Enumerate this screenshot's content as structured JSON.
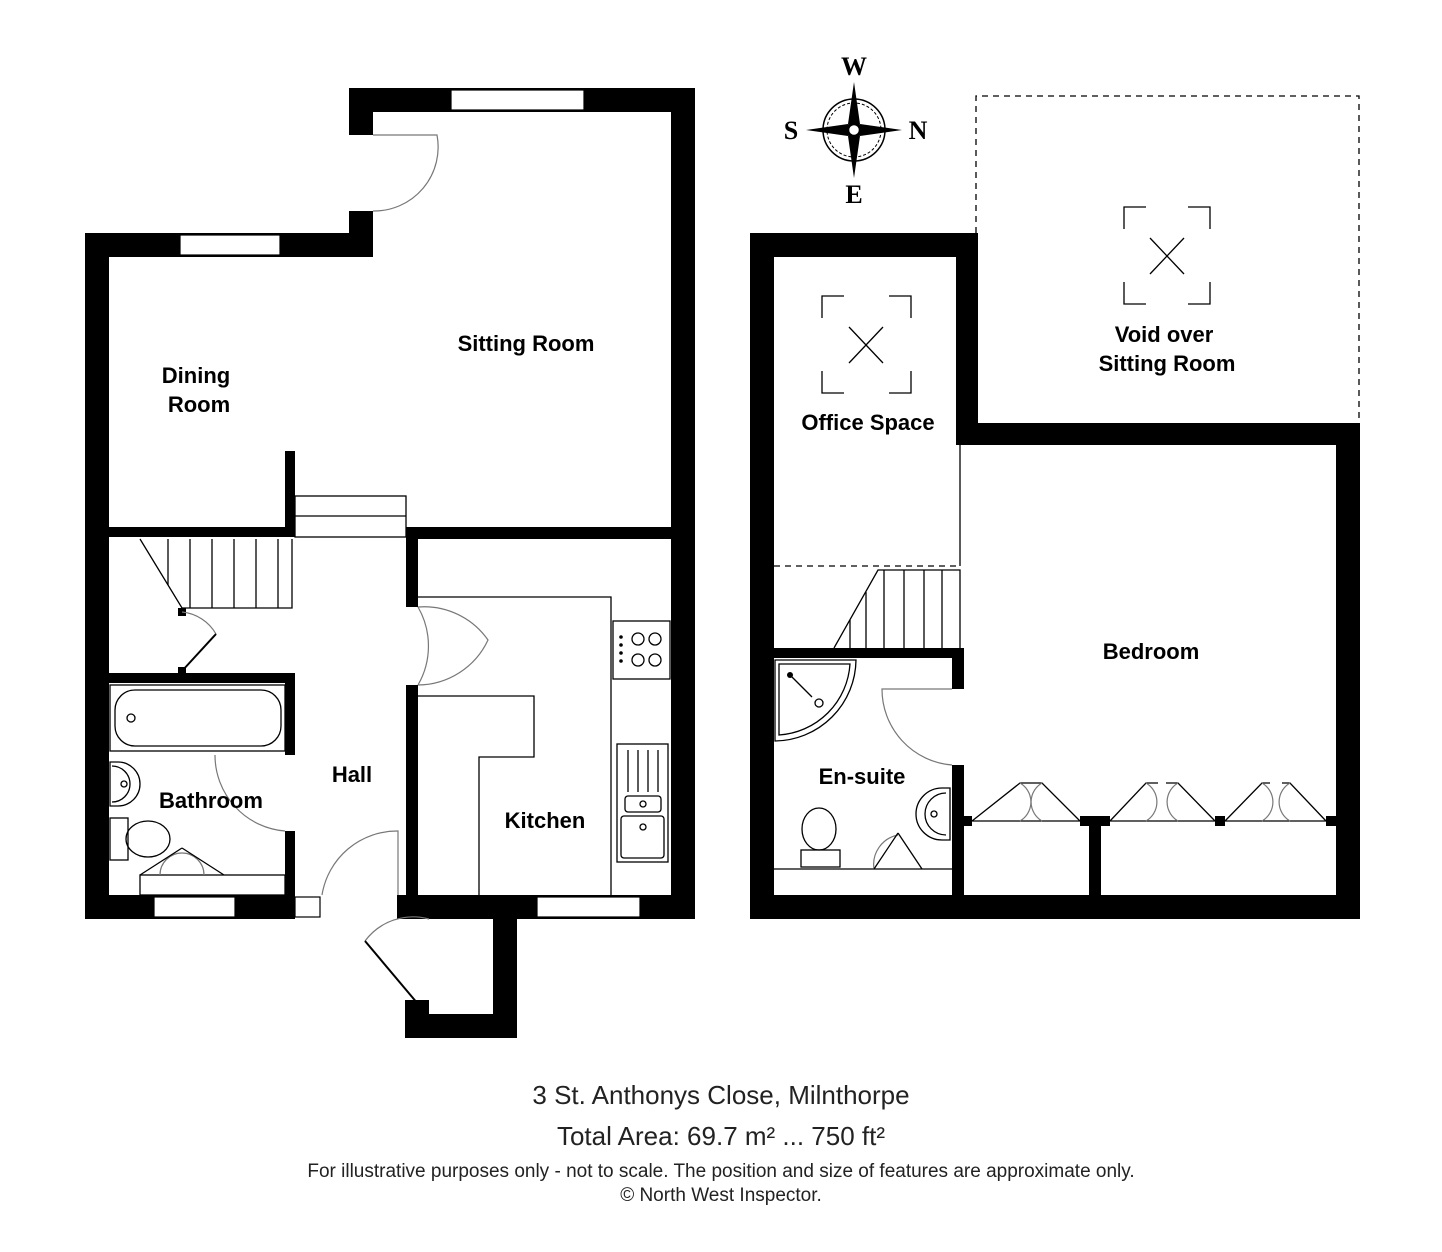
{
  "rooms": {
    "sitting_room": "Sitting Room",
    "dining_room_line1": "Dining",
    "dining_room_line2": "Room",
    "hall": "Hall",
    "bathroom": "Bathroom",
    "kitchen": "Kitchen",
    "office_space": "Office Space",
    "void_line1": "Void over",
    "void_line2": "Sitting Room",
    "bedroom": "Bedroom",
    "en_suite": "En-suite"
  },
  "compass": {
    "north": "N",
    "south": "S",
    "east": "E",
    "west": "W"
  },
  "footer": {
    "address": "3 St. Anthonys Close, Milnthorpe",
    "total_area": "Total Area: 69.7 m² ... 750 ft²",
    "disclaimer": "For illustrative purposes only - not to scale. The position and size of features are approximate only.",
    "copyright": "© North West Inspector."
  },
  "colors": {
    "wall": "#000000",
    "background": "#ffffff",
    "door_arc": "#777777"
  }
}
